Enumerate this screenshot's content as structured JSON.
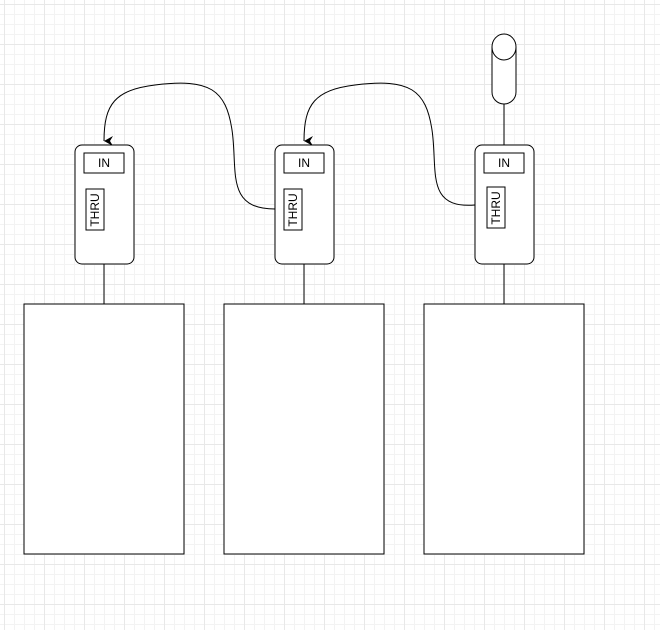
{
  "devices": [
    {
      "in_label": "IN",
      "thru_label": "THRU"
    },
    {
      "in_label": "IN",
      "thru_label": "THRU"
    },
    {
      "in_label": "IN",
      "thru_label": "THRU"
    }
  ],
  "colors": {
    "stroke": "#000000",
    "fill": "#ffffff",
    "grid": "#e8e8e8"
  }
}
